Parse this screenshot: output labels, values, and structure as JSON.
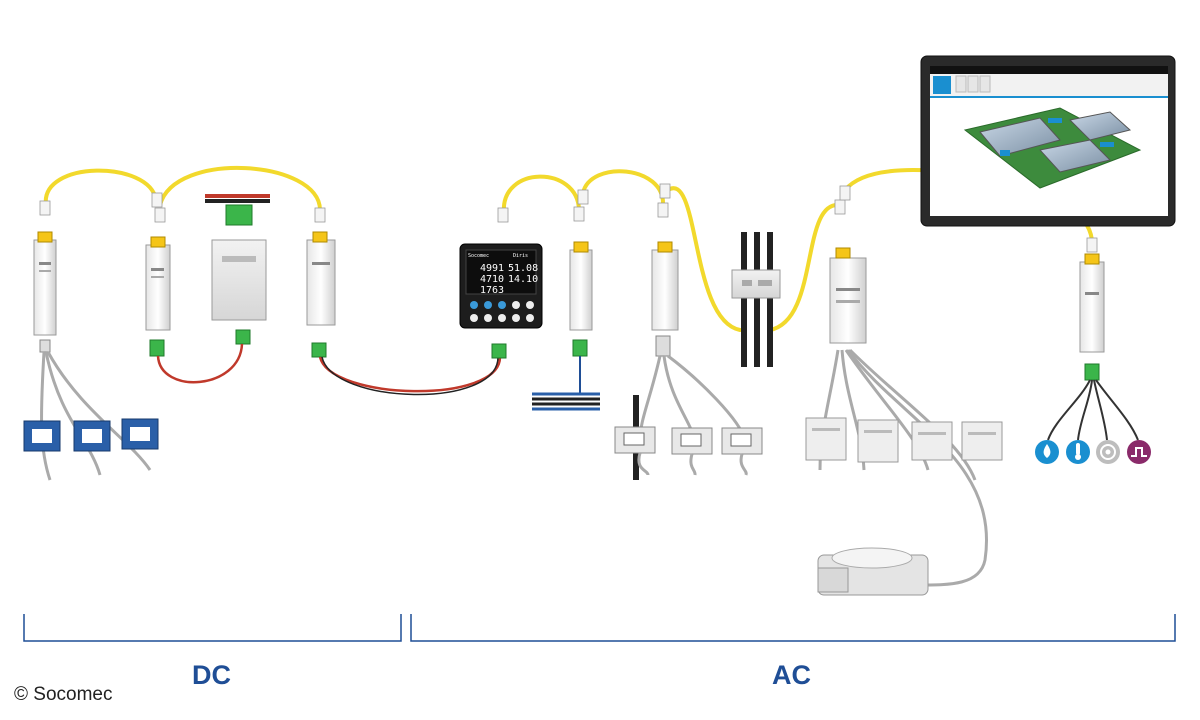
{
  "sections": {
    "dc_label": "DC",
    "ac_label": "AC"
  },
  "credit": "© Socomec",
  "meter": {
    "header": "Socomec",
    "mode": "Diris",
    "rows": [
      {
        "left": "4991",
        "right": "51.08"
      },
      {
        "left": "4710",
        "right": "14.10"
      },
      {
        "left": "1763",
        "right": ""
      }
    ]
  },
  "colors": {
    "bracket": "#1f4e96",
    "label": "#1f4e96",
    "ethernet": "#f2d92c",
    "ct_blue": "#2a5fa8",
    "sensor_blue": "#1a8fd0",
    "sensor_purple": "#8a2a6a",
    "screen_bezel": "#2a2a2a"
  },
  "icons": [
    "water-drop-icon",
    "thermometer-icon",
    "gas-meter-icon",
    "pulse-icon"
  ]
}
